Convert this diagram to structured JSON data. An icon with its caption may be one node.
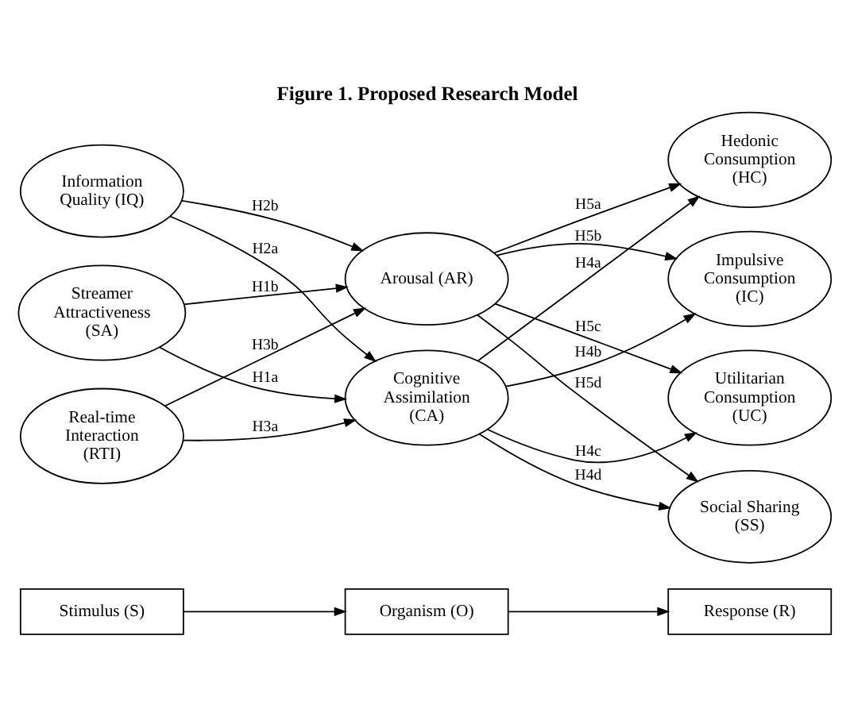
{
  "diagram": {
    "title": "Figure 1. Proposed Research Model",
    "nodes": [
      {
        "text": [
          "Stimulus (S)"
        ]
      },
      {
        "text": [
          "Organism (O)"
        ]
      },
      {
        "text": [
          "Response (R)"
        ]
      },
      {
        "text": [
          "Streamer Attractiveness (SA)"
        ]
      },
      {
        "text": [
          "Information Quality (IQ)"
        ]
      },
      {
        "text": [
          "Real-time Interaction (RTI)"
        ]
      },
      {
        "text": [
          "Cognitive Assimilation (CA)"
        ]
      },
      {
        "text": [
          "Arousal (AR)"
        ]
      },
      {
        "text": [
          "Hedonic Consumption (HC)"
        ]
      },
      {
        "text": [
          "Impulsive Consumption (IC)"
        ]
      },
      {
        "text": [
          "Utilitarian Consumption (UC)"
        ]
      },
      {
        "text": [
          "Social Sharing (SS)"
        ]
      }
    ],
    "edges": [
      {
        "from": 0,
        "to": 1,
        "arrow": "to"
      },
      {
        "from": 1,
        "to": 2,
        "arrow": "to"
      },
      {
        "from": 3,
        "to": 6,
        "arrow": "to",
        "label": "H1a"
      },
      {
        "from": 3,
        "to": 7,
        "arrow": "to",
        "label": "H1b"
      },
      {
        "from": 4,
        "to": 6,
        "arrow": "to",
        "label": "H2a"
      },
      {
        "from": 4,
        "to": 7,
        "arrow": "to",
        "label": "H2b"
      },
      {
        "from": 5,
        "to": 6,
        "arrow": "to",
        "label": "H3a"
      },
      {
        "from": 5,
        "to": 7,
        "arrow": "to",
        "label": "H3b"
      },
      {
        "from": 6,
        "to": 8,
        "arrow": "to",
        "label": "H4a"
      },
      {
        "from": 6,
        "to": 9,
        "arrow": "to",
        "label": "H4b"
      },
      {
        "from": 6,
        "to": 10,
        "arrow": "to",
        "label": "H4c"
      },
      {
        "from": 6,
        "to": 11,
        "arrow": "to",
        "label": "H4d"
      },
      {
        "from": 7,
        "to": 8,
        "arrow": "to",
        "label": "H5a"
      },
      {
        "from": 7,
        "to": 9,
        "arrow": "to",
        "label": "H5b"
      },
      {
        "from": 7,
        "to": 10,
        "arrow": "to",
        "label": "H5c"
      },
      {
        "from": 7,
        "to": 11,
        "arrow": "to",
        "label": "H5d"
      }
    ]
  }
}
